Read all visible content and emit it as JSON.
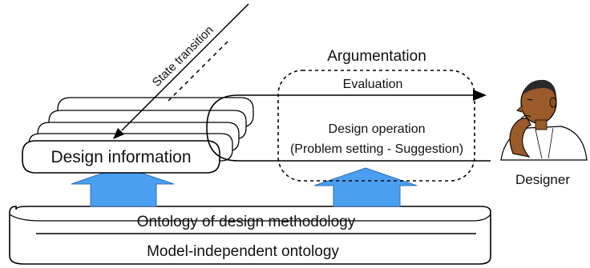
{
  "labels": {
    "state_transition": "State transition",
    "argumentation": "Argumentation",
    "evaluation": "Evaluation",
    "design_operation": "Design operation",
    "problem_suggestion": "(Problem setting - Suggestion)",
    "design_information": "Design information",
    "designer": "Designer",
    "ontology_methodology": "Ontology of design methodology",
    "model_independent": "Model-independent ontology"
  },
  "colors": {
    "up_arrow_fill": "#4a9ff0",
    "up_arrow_stroke": "#2c6fb8",
    "skin": "#9a5a2a",
    "line": "#000000"
  },
  "icons": {
    "designer": "thinking-person-icon"
  }
}
